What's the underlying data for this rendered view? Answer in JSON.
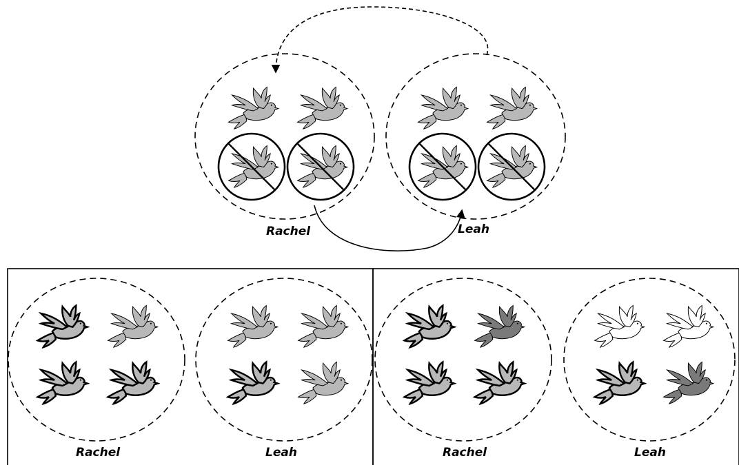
{
  "labels": {
    "top_left": "Rachel",
    "top_right": "Leah",
    "panel1_left": "Rachel",
    "panel1_right": "Leah",
    "panel2_left": "Rachel",
    "panel2_right": "Leah"
  },
  "colors": {
    "dove_gray": "#b8b8b8",
    "dove_dark": "#7a7a7a",
    "dove_white": "#ffffff",
    "stroke": "#000000"
  },
  "icons": [
    "dove-icon",
    "prohibited-icon",
    "curved-arrow-icon"
  ]
}
